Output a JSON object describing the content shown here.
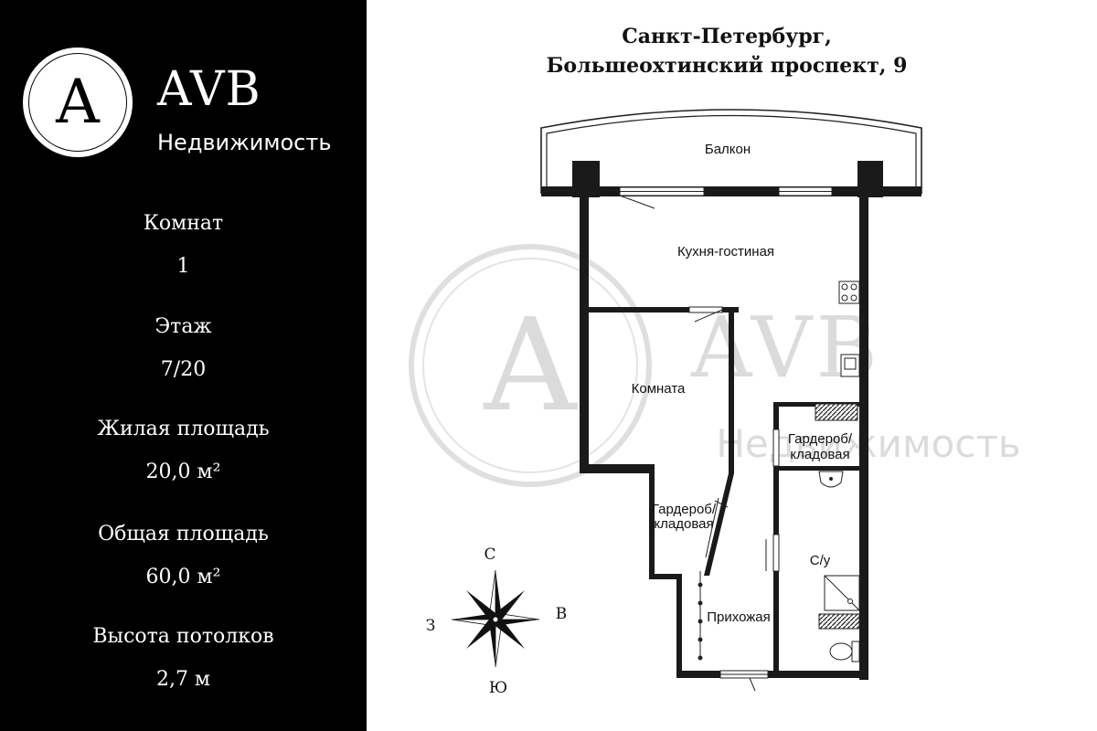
{
  "brand": {
    "logo_letter": "A",
    "name": "AVB",
    "subtitle": "Недвижимость"
  },
  "specs": [
    {
      "label": "Комнат",
      "value": "1"
    },
    {
      "label": "Этаж",
      "value": "7/20"
    },
    {
      "label": "Жилая площадь",
      "value": "20,0 м²"
    },
    {
      "label": "Общая площадь",
      "value": "60,0 м²"
    },
    {
      "label": "Высота потолков",
      "value": "2,7 м"
    }
  ],
  "address": {
    "line1": "Санкт-Петербург,",
    "line2": "Большеохтинский проспект, 9"
  },
  "plan": {
    "rooms": {
      "balcony": "Балкон",
      "kitchen_living": "Кухня-гостиная",
      "room": "Комната",
      "wardrobe_left_1": "Гардероб/",
      "wardrobe_left_2": "кладовая",
      "wardrobe_right_1": "Гардероб/",
      "wardrobe_right_2": "кладовая",
      "bathroom": "С/у",
      "hallway": "Прихожая"
    },
    "compass": {
      "north": "С",
      "south": "Ю",
      "west": "З",
      "east": "В"
    }
  },
  "watermark": {
    "letter": "A",
    "name": "AVB",
    "subtitle": "Недвижимость"
  },
  "colors": {
    "sidebar_bg": "#000000",
    "walls": "#1a1a1a",
    "watermark": "#d6d6d6"
  }
}
